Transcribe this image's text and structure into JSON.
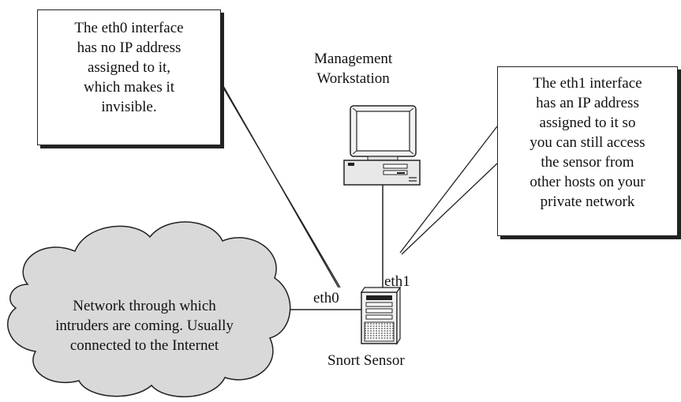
{
  "callout_eth0": {
    "lines": [
      "The eth0 interface",
      "has no IP address",
      "assigned to it,",
      "which makes it",
      "invisible."
    ]
  },
  "callout_eth1": {
    "lines": [
      "The eth1 interface",
      "has an IP address",
      "assigned to it so",
      "you can still access",
      "the sensor from",
      "other hosts on your",
      "private network"
    ]
  },
  "management_workstation": {
    "lines": [
      "Management",
      "Workstation"
    ]
  },
  "cloud": {
    "lines": [
      "Network through which",
      "intruders are coming. Usually",
      "connected to the Internet"
    ],
    "fill_color": "#d9d9d9"
  },
  "interfaces": {
    "eth0": "eth0",
    "eth1": "eth1"
  },
  "sensor": {
    "label": "Snort Sensor"
  }
}
